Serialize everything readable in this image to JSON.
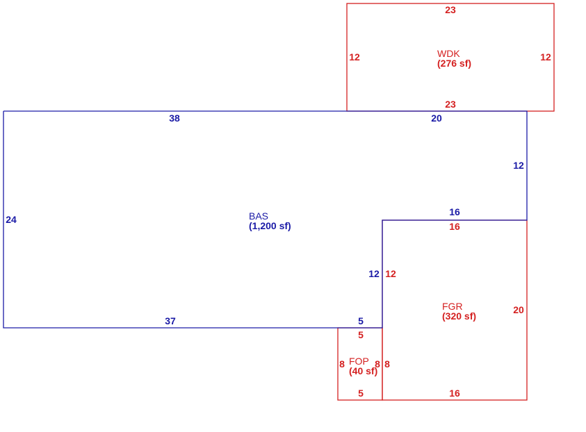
{
  "colors": {
    "living": "#1a1aa6",
    "other": "#d42020"
  },
  "areas": {
    "wdk": {
      "code": "WDK",
      "size": "(276 sf)"
    },
    "bas": {
      "code": "BAS",
      "size": "(1,200 sf)"
    },
    "fgr": {
      "code": "FGR",
      "size": "(320 sf)"
    },
    "fop": {
      "code": "FOP",
      "size": "(40 sf)"
    }
  },
  "dimensions": {
    "wdk_top": "23",
    "wdk_left": "12",
    "wdk_right": "12",
    "wdk_bottom": "23",
    "bas_top_left": "38",
    "bas_top_right": "20",
    "bas_right_upper": "12",
    "bas_left": "24",
    "bas_notch_top": "16",
    "bas_notch_side": "12",
    "bas_bottom": "37",
    "bas_bottom_short": "5",
    "fgr_top": "16",
    "fgr_left": "12",
    "fgr_right": "20",
    "fgr_bottom": "16",
    "fop_top": "5",
    "fop_left": "8",
    "fop_right_a": "8",
    "fop_right_b": "8",
    "fop_bottom": "5"
  }
}
